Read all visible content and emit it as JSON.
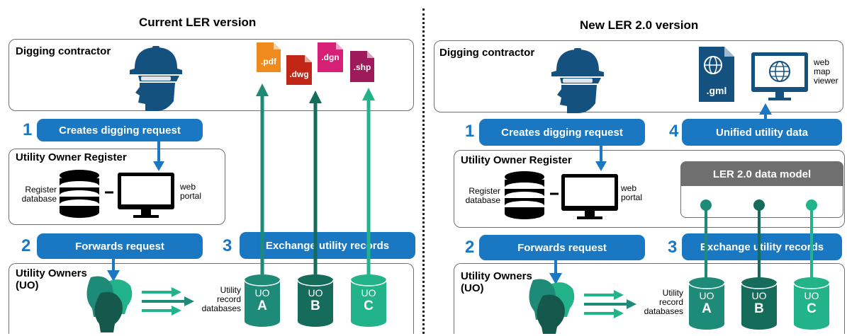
{
  "left": {
    "title": "Current LER version",
    "contractor_label": "Digging contractor",
    "files": [
      ".pdf",
      ".dwg",
      ".dgn",
      ".shp"
    ],
    "step1_num": "1",
    "step1_label": "Creates digging request",
    "register_label": "Utility Owner Register",
    "register_db_label": "Register\ndatabase",
    "portal_label": "web\nportal",
    "step2_num": "2",
    "step2_label": "Forwards request",
    "step3_num": "3",
    "step3_label": "Exchange utility records",
    "owners_label": "Utility Owners\n(UO)",
    "record_db_label": "Utility\nrecord\ndatabases",
    "cylinders": [
      {
        "top": "UO",
        "letter": "A"
      },
      {
        "top": "UO",
        "letter": "B"
      },
      {
        "top": "UO",
        "letter": "C"
      }
    ]
  },
  "right": {
    "title": "New LER 2.0 version",
    "contractor_label": "Digging contractor",
    "gml_label": ".gml",
    "viewer_label": "web\nmap\nviewer",
    "step1_num": "1",
    "step1_label": "Creates digging request",
    "step4_num": "4",
    "step4_label": "Unified utility data",
    "register_label": "Utility Owner Register",
    "register_db_label": "Register\ndatabase",
    "portal_label": "web\nportal",
    "model_label": "LER 2.0 data model",
    "step2_num": "2",
    "step2_label": "Forwards request",
    "step3_num": "3",
    "step3_label": "Exchange utility records",
    "owners_label": "Utility Owners\n(UO)",
    "record_db_label": "Utility\nrecord\ndatabases",
    "cylinders": [
      {
        "top": "UO",
        "letter": "A"
      },
      {
        "top": "UO",
        "letter": "B"
      },
      {
        "top": "UO",
        "letter": "C"
      }
    ]
  },
  "colors": {
    "blue": "#1a78c2",
    "teal_a": "#1e8a78",
    "teal_b": "#156c5b",
    "teal_c": "#22b38b",
    "pdf": "#f08a1c",
    "dwg": "#c22616",
    "dgn": "#d81f78",
    "shp": "#9e1a5a",
    "helmet": "#15517f"
  }
}
